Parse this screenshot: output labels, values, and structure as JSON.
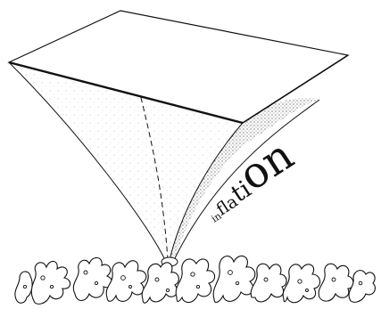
{
  "diagram": {
    "label_parts": [
      "in",
      "fla",
      "ti",
      "on"
    ],
    "colors": {
      "ink": "#111111",
      "paper": "#ffffff",
      "stipple": "#555555"
    }
  }
}
